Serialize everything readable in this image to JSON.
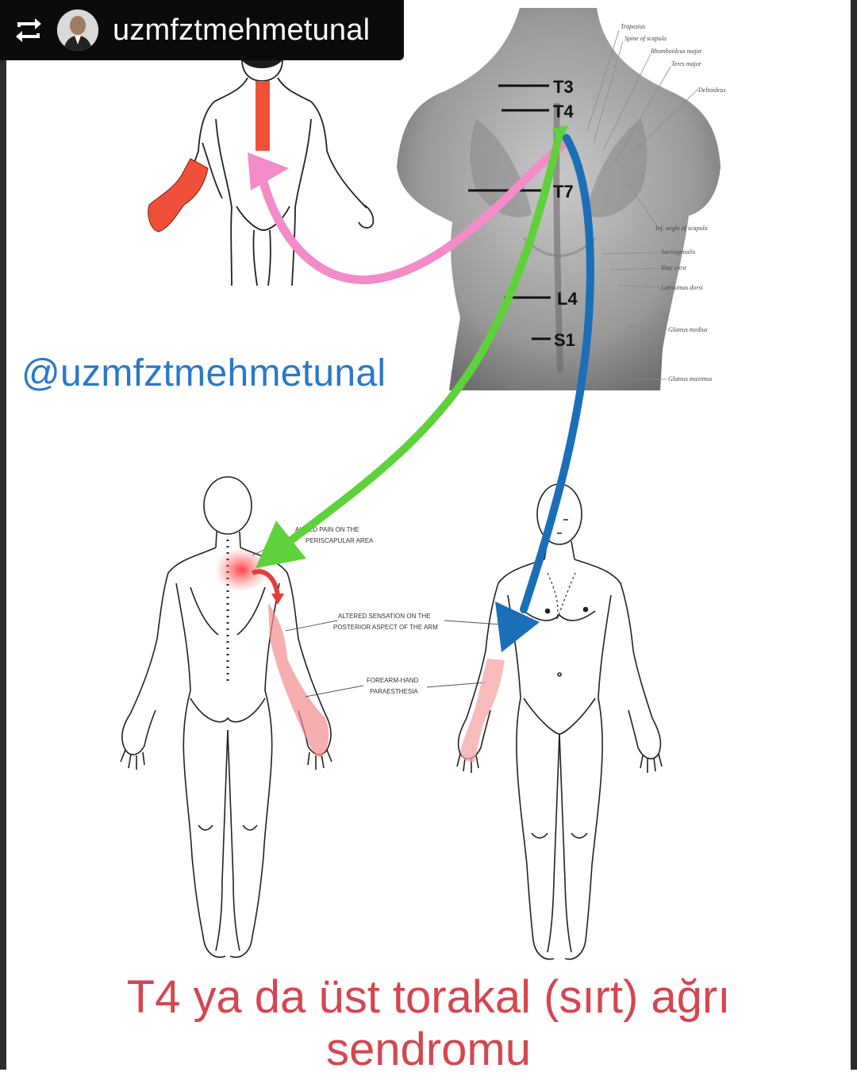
{
  "repost": {
    "username": "uzmfztmehmetunal"
  },
  "handle": "@uzmfztmehmetunal",
  "levels": {
    "t3": "T3",
    "t4": "T4",
    "t7": "T7",
    "l4": "L4",
    "s1": "S1"
  },
  "muscle_labels": {
    "trapezius": "Trapezius",
    "spine_scapula": "Spine of scapula",
    "rhomboideus_major": "Rhomboideus major",
    "teres_major": "Teres major",
    "deltoideus": "Deltoideus",
    "inf_angle_scapula": "Inf. angle of scapula",
    "serratus": "Sacrospinalis",
    "iliac_crest": "Iliac crest",
    "latissimus_dorsi": "Latissimus dorsi",
    "gluteus_medius": "Gluteus medius",
    "gluteus_maximus": "Gluteus maximus"
  },
  "annotations": {
    "periscapular_1": "ALIZED PAIN ON THE",
    "periscapular_2": "PERISCAPULAR AREA",
    "altered_1": "ALTERED SENSATION ON THE",
    "altered_2": "POSTERIOR ASPECT OF THE ARM",
    "forearm_1": "FOREARM-HAND",
    "forearm_2": "PARAESTHESIA"
  },
  "caption": {
    "line1": "T4 ya da üst torakal (sırt) ağrı",
    "line2": "sendromu"
  },
  "colors": {
    "pain_red": "#f0503a",
    "pink_arrow": "#f28bc8",
    "green_arrow": "#5fd13b",
    "blue_arrow": "#1a6fb8",
    "caption_red": "#d64550",
    "handle_blue": "#2a78c8"
  },
  "icons": [
    "repost-icon",
    "avatar"
  ]
}
